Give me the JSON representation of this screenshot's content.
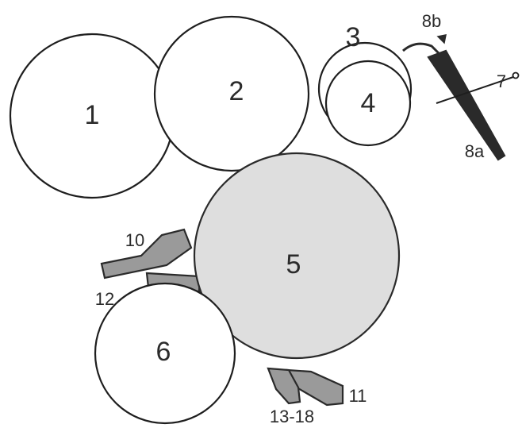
{
  "diagram": {
    "colors": {
      "outline": "#1e1e1e",
      "circle_fill": "#ffffff",
      "shaded_fill": "#dedede",
      "part_fill": "#9a9a9a",
      "dark_part": "#2a2a2a",
      "text": "#2b2b2b"
    },
    "labels": {
      "c1": "1",
      "c2": "2",
      "c3": "3",
      "c4": "4",
      "c5": "5",
      "c6": "6",
      "p7": "7",
      "p8a": "8a",
      "p8b": "8b",
      "p10": "10",
      "p11": "11",
      "p12": "12",
      "p13_18": "13-18"
    }
  }
}
